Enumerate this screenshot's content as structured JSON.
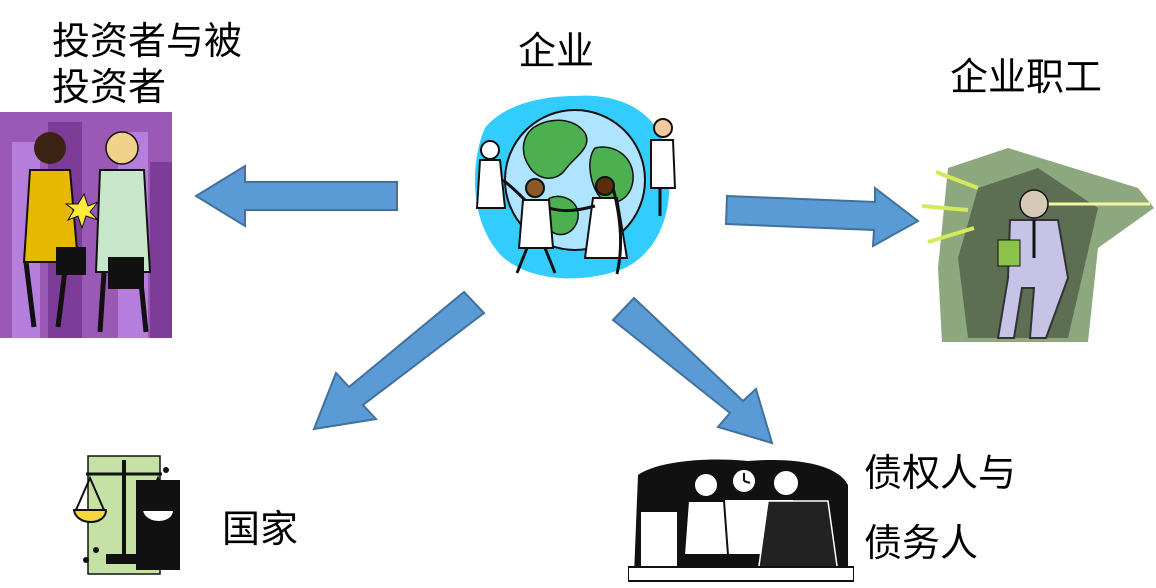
{
  "center": {
    "label": "企业"
  },
  "nodes": {
    "investors": {
      "line1": "投资者与被",
      "line2": "投资者"
    },
    "employees": {
      "label": "企业职工"
    },
    "state": {
      "label": "国家"
    },
    "creditors": {
      "line1": "债权人与",
      "line2": "债务人"
    }
  },
  "colors": {
    "arrow_fill": "#5b9bd5",
    "arrow_stroke": "#41719c"
  },
  "icons": {
    "center": "globe-children-icon",
    "investors": "handshake-businesspeople-icon",
    "employees": "businessman-running-icon",
    "state": "justice-scales-icon",
    "creditors": "bank-counter-icon"
  }
}
